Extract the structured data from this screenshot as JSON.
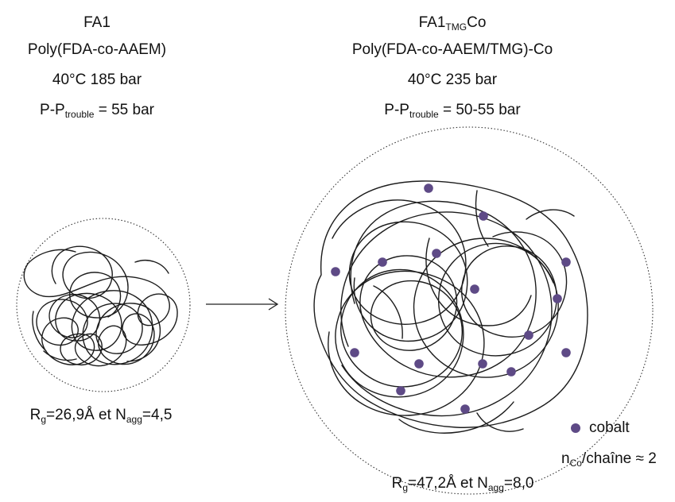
{
  "left": {
    "name": "FA1",
    "polymer": "Poly(FDA-co-AAEM)",
    "conditions": "40°C 185 bar",
    "pressure_prefix": "P-P",
    "pressure_sub": "trouble",
    "pressure_value": " = 55 bar",
    "rg_prefix": "R",
    "rg_sub": "g",
    "rg_value": "=26,9Å et N",
    "nagg_sub": "agg",
    "nagg_value": "=4,5"
  },
  "right": {
    "name_main": "FA1",
    "name_sub": "TMG",
    "name_suffix": "Co",
    "polymer": "Poly(FDA-co-AAEM/TMG)-Co",
    "conditions": "40°C 235 bar",
    "pressure_prefix": "P-P",
    "pressure_sub": "trouble",
    "pressure_value": " = 50-55 bar",
    "rg_prefix": "R",
    "rg_sub": "g",
    "rg_value": "=47,2Å et N",
    "nagg_sub": "agg",
    "nagg_value": "=8,0"
  },
  "legend": {
    "cobalt_label": "cobalt",
    "ratio_prefix": "n",
    "ratio_sub": "Co",
    "ratio_value": "/chaîne ≈ 2"
  },
  "colors": {
    "cobalt": "#5e4a86",
    "line": "#1c1c1c"
  }
}
